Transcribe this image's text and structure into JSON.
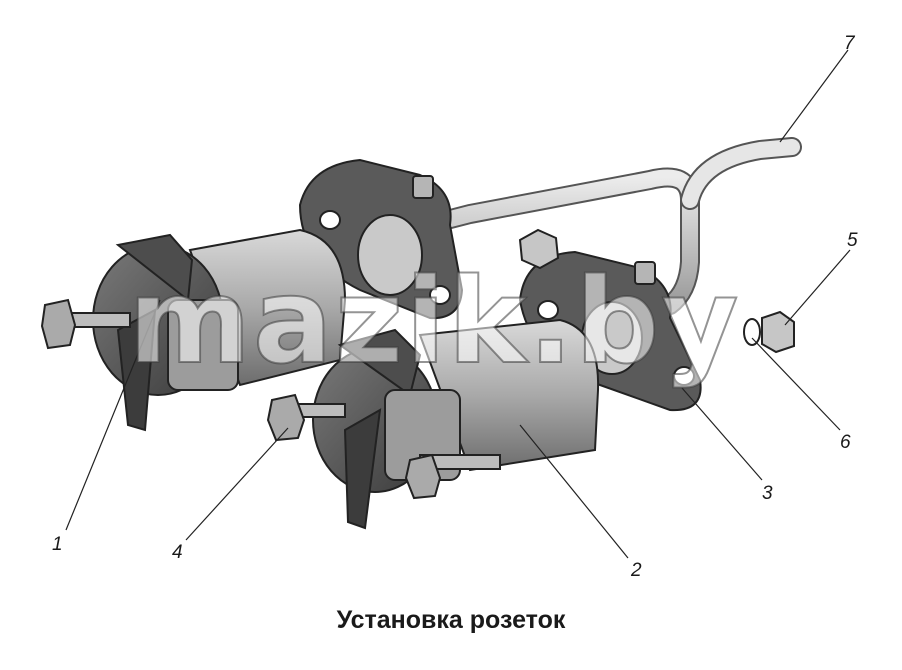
{
  "diagram": {
    "caption": "Установка розеток",
    "watermark": "mazik.by",
    "callouts": [
      {
        "id": "1",
        "label": "1"
      },
      {
        "id": "2",
        "label": "2"
      },
      {
        "id": "3",
        "label": "3"
      },
      {
        "id": "4",
        "label": "4"
      },
      {
        "id": "5",
        "label": "5"
      },
      {
        "id": "6",
        "label": "6"
      },
      {
        "id": "7",
        "label": "7"
      }
    ]
  }
}
